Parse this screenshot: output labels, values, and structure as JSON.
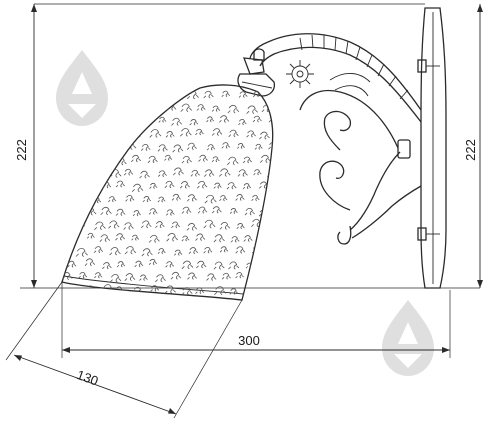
{
  "drawing": {
    "subject": "wall-sconce-dimension-drawing",
    "dimensions": {
      "height_left": "222",
      "height_right": "222",
      "width": "300",
      "shade_length": "130"
    },
    "watermark_icon": "droplet-shield-icon",
    "colors": {
      "line": "#2a2a2a",
      "watermark": "#d9d9d9",
      "background": "#ffffff"
    }
  }
}
